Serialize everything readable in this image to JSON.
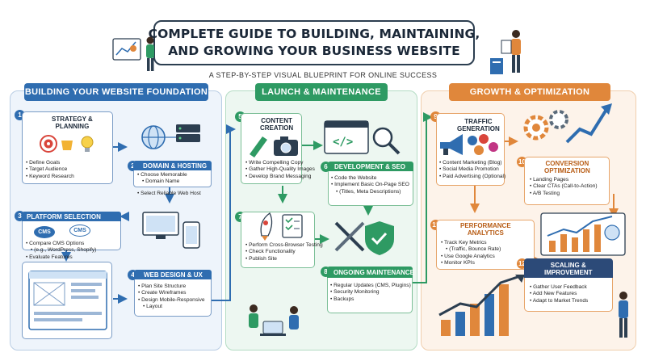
{
  "title": {
    "line1": "COMPLETE GUIDE TO BUILDING, MAINTAINING,",
    "line2": "AND GROWING YOUR BUSINESS WEBSITE"
  },
  "subtitle": "A STEP-BY-STEP VISUAL BLUEPRINT FOR ONLINE SUCCESS",
  "colors": {
    "blue": "#2f6db0",
    "green": "#2e9a63",
    "orange": "#e0873b"
  },
  "sections": {
    "build": {
      "label": "BUILDING YOUR WEBSITE FOUNDATION"
    },
    "launch": {
      "label": "LAUNCH & MAINTENANCE"
    },
    "growth": {
      "label": "GROWTH & OPTIMIZATION"
    }
  },
  "steps": {
    "s1": {
      "num": "1",
      "title1": "STRATEGY &",
      "title2": "PLANNING",
      "items": [
        "Define Goals",
        "Target Audience",
        "Keyword Research"
      ]
    },
    "s2": {
      "num": "2",
      "title": "DOMAIN & HOSTING",
      "items": [
        "Choose Memorable",
        "Domain Name",
        "Select Reliable Web Host"
      ]
    },
    "s3": {
      "num": "3",
      "title": "PLATFORM SELECTION",
      "cms": "CMS",
      "items": [
        "Compare CMS Options",
        "(e.g., WordPress, Shopify)",
        "Evaluate Features"
      ]
    },
    "s4": {
      "num": "4",
      "title": "WEB DESIGN & UX",
      "items": [
        "Plan Site Structure",
        "Create Wireframes",
        "Design Mobile-Responsive",
        "Layout"
      ]
    },
    "s5": {
      "num": "5",
      "title1": "CONTENT",
      "title2": "CREATION",
      "items": [
        "Write Compelling Copy",
        "Gather High-Quality Images",
        "Develop Brand Messaging"
      ]
    },
    "s6": {
      "num": "6",
      "title": "DEVELOPMENT & SEO",
      "items": [
        "Code the Website",
        "Implement Basic On-Page SEO",
        "(Titles, Meta Descriptions)"
      ]
    },
    "s7": {
      "num": "7",
      "items": [
        "Perform Cross-Browser Testing",
        "Check Functionality",
        "Publish Site"
      ]
    },
    "s8": {
      "num": "8",
      "title": "ONGOING MAINTENANCE",
      "items": [
        "Regular Updates (CMS, Plugins)",
        "Security Monitoring",
        "Backups"
      ]
    },
    "s9": {
      "num": "9",
      "title1": "TRAFFIC",
      "title2": "GENERATION",
      "items": [
        "Content Marketing (Blog)",
        "Social Media Promotion",
        "Paid Advertising (Optional)"
      ]
    },
    "s10": {
      "num": "10",
      "title1": "CONVERSION",
      "title2": "OPTIMIZATION",
      "items": [
        "Landing Pages",
        "Clear CTAs (Call-to-Action)",
        "A/B Testing"
      ]
    },
    "s11": {
      "num": "11",
      "title1": "PERFORMANCE",
      "title2": "ANALYTICS",
      "items": [
        "Track Key Metrics",
        "(Traffic, Bounce Rate)",
        "Use Google Analytics",
        "Monitor KPIs"
      ]
    },
    "s12": {
      "num": "12",
      "title1": "SCALING &",
      "title2": "IMPROVEMENT",
      "items": [
        "Gather User Feedback",
        "Add New Features",
        "Adapt to Market Trends"
      ]
    }
  }
}
